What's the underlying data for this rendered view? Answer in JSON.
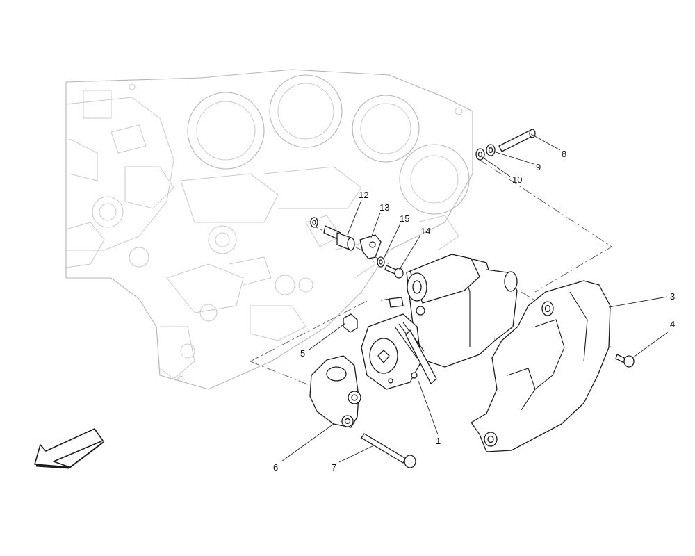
{
  "callouts": [
    {
      "id": "1",
      "label": "1"
    },
    {
      "id": "3",
      "label": "3"
    },
    {
      "id": "4",
      "label": "4"
    },
    {
      "id": "5",
      "label": "5"
    },
    {
      "id": "6",
      "label": "6"
    },
    {
      "id": "7",
      "label": "7"
    },
    {
      "id": "8",
      "label": "8"
    },
    {
      "id": "9",
      "label": "9"
    },
    {
      "id": "10",
      "label": "10"
    },
    {
      "id": "12",
      "label": "12"
    },
    {
      "id": "13",
      "label": "13"
    },
    {
      "id": "14",
      "label": "14"
    },
    {
      "id": "15",
      "label": "15"
    }
  ],
  "colors": {
    "line": "#1a1a1a",
    "ghost": "#c9c9c9",
    "background": "#ffffff"
  },
  "icons": {
    "direction": "arrow-front-left-icon"
  }
}
